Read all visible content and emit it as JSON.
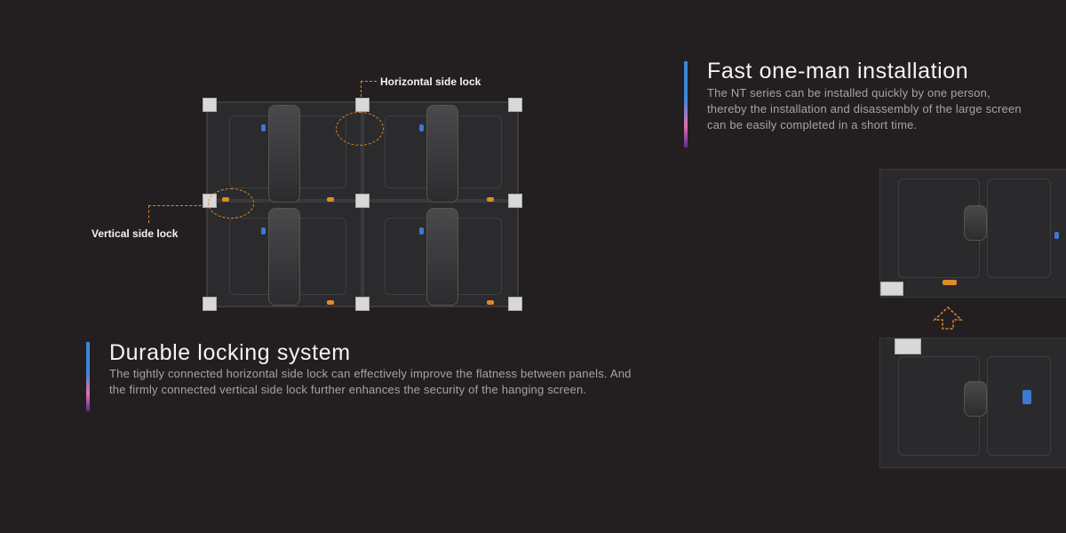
{
  "sections": {
    "locking": {
      "title": "Durable locking system",
      "body": "The tightly connected horizontal side lock can effectively improve the flatness between panels. And the firmly connected vertical side lock further enhances the security of the hanging screen."
    },
    "install": {
      "title": "Fast one-man installation",
      "body": "The NT series can be installed quickly by one person, thereby the installation and disassembly of the large screen can be easily completed in a short time."
    }
  },
  "callouts": {
    "horizontal": "Horizontal side lock",
    "vertical": "Vertical side lock"
  },
  "colors": {
    "background": "#231f20",
    "accent_orange": "#e08a2c",
    "accent_blue": "#3f86d6",
    "accent_pink": "#e36fae",
    "accent_purple": "#5f2c8e"
  },
  "icons": {
    "up_arrow": "up-arrow-icon"
  }
}
